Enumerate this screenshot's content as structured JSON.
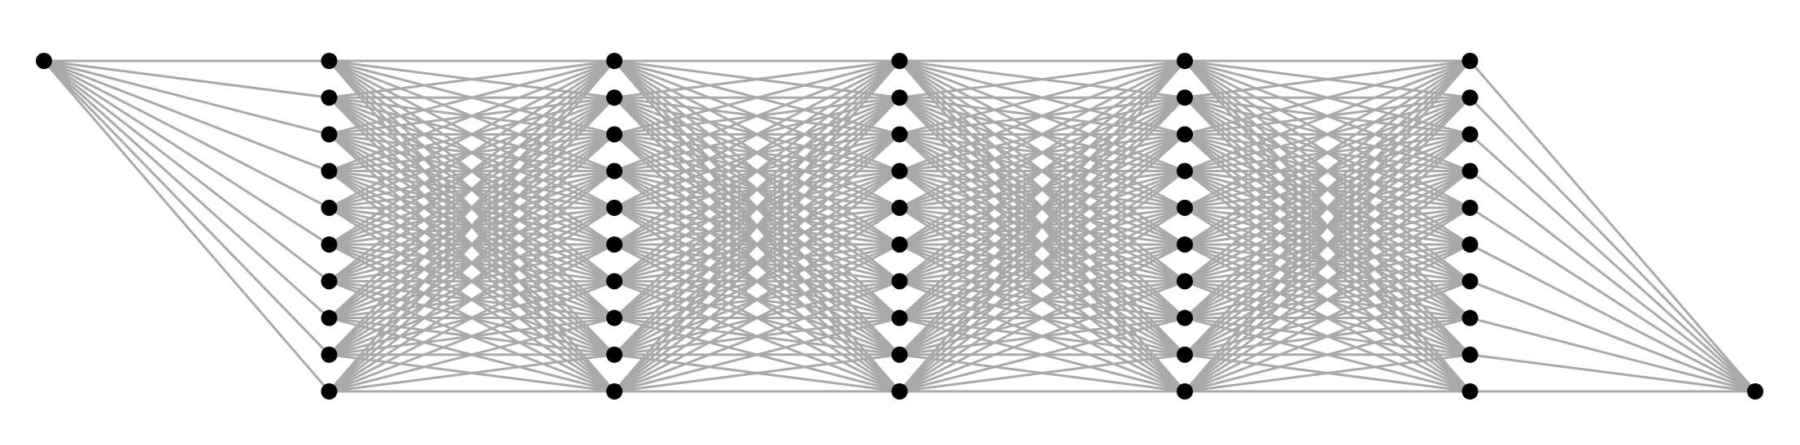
{
  "diagram": {
    "type": "fully-connected-layered-graph",
    "layer_sizes": [
      1,
      10,
      10,
      10,
      10,
      10,
      1
    ],
    "colors": {
      "background": "#ffffff",
      "edge": "#a9a9a9",
      "node": "#000000"
    }
  }
}
